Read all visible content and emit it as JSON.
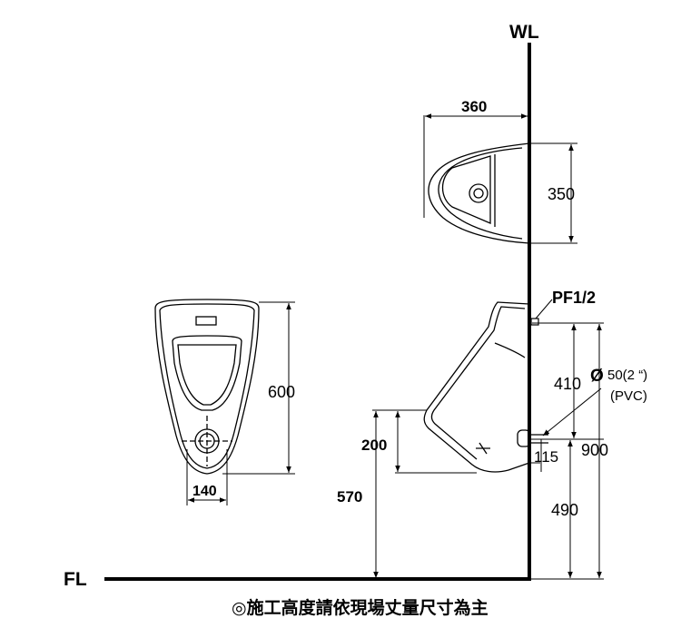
{
  "labels": {
    "wall": "WL",
    "floor": "FL",
    "pf": "PF1/2",
    "dia": "50(2 “)",
    "pvc": "(PVC)",
    "d360": "360",
    "d350": "350",
    "d600": "600",
    "d140": "140",
    "d200": "200",
    "d570": "570",
    "d410": "410",
    "d115": "115",
    "d900": "900",
    "d490": "490"
  },
  "note": "◎施工高度請依現場丈量尺寸為主"
}
